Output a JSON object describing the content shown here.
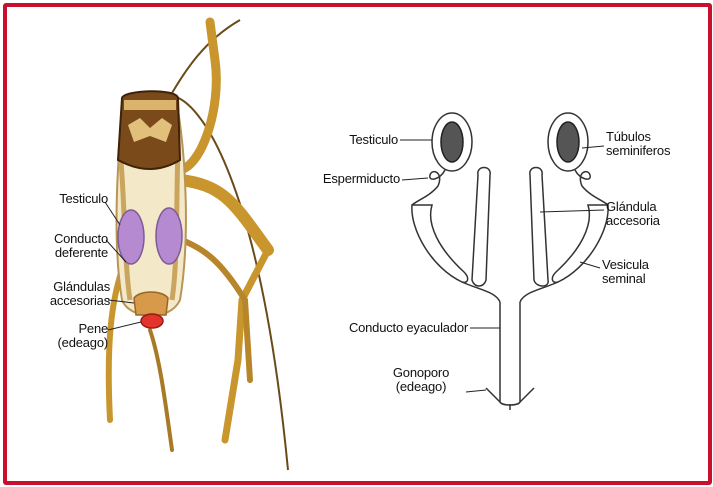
{
  "frame_color": "#c8102e",
  "insect": {
    "labels": {
      "testiculo": "Testiculo",
      "conducto_deferente": "Conducto\ndeferente",
      "glandulas_accesorias": "Glándulas\naccesorias",
      "pene": "Pene\n(edeago)"
    },
    "colors": {
      "body": "#f3e9c8",
      "legs": "#c9962e",
      "head": "#5a3412",
      "testis": "#b58ad0",
      "penis": "#e2342a"
    }
  },
  "schematic": {
    "labels": {
      "testiculo": "Testiculo",
      "espermiducto": "Espermiducto",
      "conducto_eyaculador": "Conducto eyaculador",
      "gonoporo": "Gonoporo\n(edeago)",
      "tubulos": "Túbulos\nseminiferos",
      "glandula": "Glándula\naccesoria",
      "vesicula": "Vesicula\nseminal"
    }
  }
}
